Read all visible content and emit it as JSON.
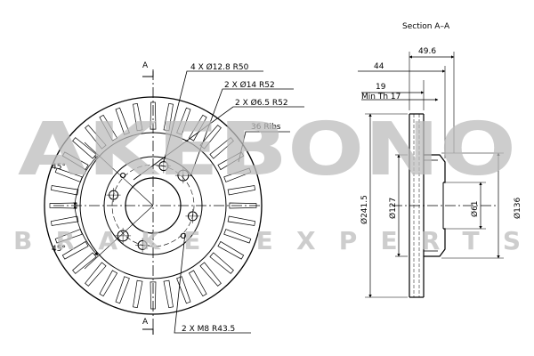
{
  "section_title": "Section A–A",
  "section_marker": "A",
  "front_view": {
    "callouts": {
      "bolt_holes": "4 X Ø12.8 R50",
      "holes_14": "2 X Ø14 R52",
      "holes_6_5": "2 X Ø6.5 R52",
      "ribs": "36 Ribs",
      "thread": "2 X M8 R43.5"
    },
    "angles": [
      "45°",
      "45°"
    ],
    "rib_count": 36
  },
  "section_view": {
    "dims": {
      "total_height": "49.6",
      "hat_height": "44",
      "thickness": "19",
      "min_thickness": "Min Th 17",
      "outer_diameter": "Ø241.5",
      "inner_diameter_1": "Ø127",
      "inner_diameter_2": "Ø136",
      "center_bore": "Ø61"
    }
  },
  "watermark": {
    "brand": "AKEBONO",
    "tagline": "BRAKE EXPERTS",
    "color": "#bdbdbd"
  }
}
